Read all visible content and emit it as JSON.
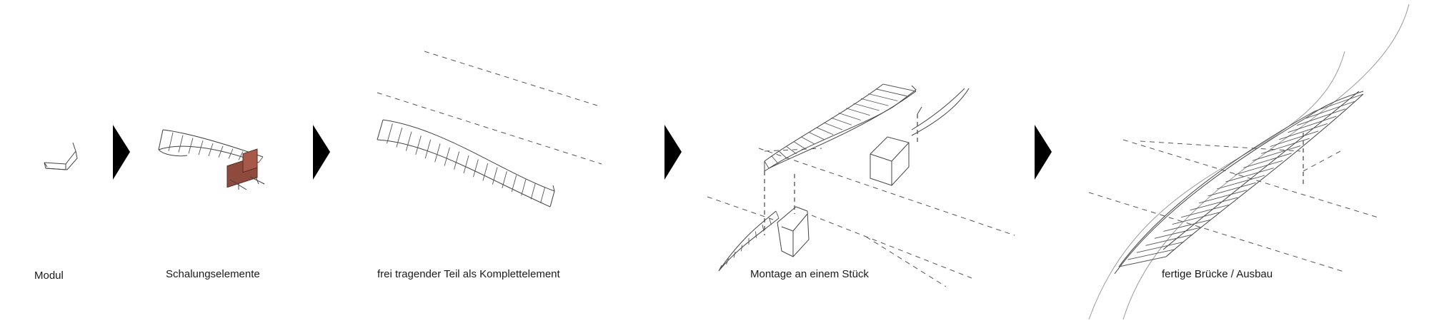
{
  "steps": [
    {
      "label": "Modul"
    },
    {
      "label": "Schalungselemente"
    },
    {
      "label": "frei tragender Teil als Komplettelement"
    },
    {
      "label": "Montage an einem Stück"
    },
    {
      "label": "fertige Brücke / Ausbau"
    }
  ],
  "colors": {
    "arrow": "#000000",
    "formwork": "#8e4a3c",
    "line": "#444444",
    "background": "#ffffff"
  }
}
